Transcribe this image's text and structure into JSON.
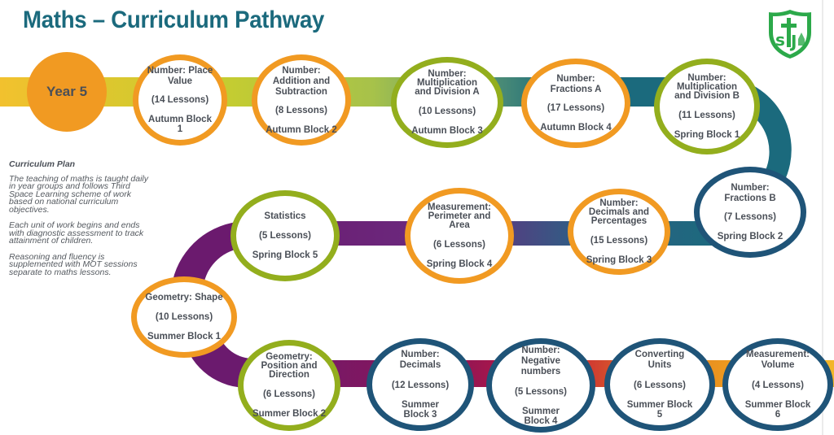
{
  "header": {
    "title": "Maths – Curriculum Pathway",
    "logo": {
      "icon": "school-crest-icon",
      "initials": "SJ",
      "color": "#2ca94a"
    }
  },
  "year_badge": {
    "label": "Year 5",
    "color": "#f19a22"
  },
  "curriculum_plan": {
    "heading": "Curriculum Plan",
    "paragraphs": [
      "The teaching of maths is taught daily in year groups and follows Third Space Learning scheme of work based on national curriculum objectives.",
      "Each unit of work begins and ends with diagnostic assessment to track attainment of children.",
      "Reasoning and fluency is supplemented with MOT sessions separate to maths lessons."
    ]
  },
  "colors": {
    "orange": "#f19a22",
    "green": "#93ae1d",
    "blue": "#1f5478",
    "path_yellow": "#f2c12e",
    "path_teal": "#1b6a7d",
    "path_purple": "#6b1a6e",
    "path_crimson": "#c7173a",
    "text": "#4a4f57"
  },
  "blocks": [
    {
      "topic": "Number: Place Value",
      "lessons": "(14 Lessons)",
      "block": "Autumn Block 1",
      "ring": "orange"
    },
    {
      "topic": "Number: Addition and Subtraction",
      "lessons": "(8 Lessons)",
      "block": "Autumn Block 2",
      "ring": "orange"
    },
    {
      "topic": "Number: Multiplication and Division A",
      "lessons": "(10 Lessons)",
      "block": "Autumn Block 3",
      "ring": "green"
    },
    {
      "topic": "Number: Fractions A",
      "lessons": "(17 Lessons)",
      "block": "Autumn Block 4",
      "ring": "orange"
    },
    {
      "topic": "Number: Multiplication and Division B",
      "lessons": "(11 Lessons)",
      "block": "Spring Block 1",
      "ring": "green"
    },
    {
      "topic": "Number: Fractions B",
      "lessons": "(7 Lessons)",
      "block": "Spring Block 2",
      "ring": "blue"
    },
    {
      "topic": "Number: Decimals and Percentages",
      "lessons": "(15 Lessons)",
      "block": "Spring Block 3",
      "ring": "orange"
    },
    {
      "topic": "Measurement: Perimeter and Area",
      "lessons": "(6 Lessons)",
      "block": "Spring Block 4",
      "ring": "orange"
    },
    {
      "topic": "Statistics",
      "lessons": "(5 Lessons)",
      "block": "Spring Block 5",
      "ring": "green"
    },
    {
      "topic": "Geometry: Shape",
      "lessons": "(10 Lessons)",
      "block": "Summer Block 1",
      "ring": "orange"
    },
    {
      "topic": "Geometry: Position and Direction",
      "lessons": "(6 Lessons)",
      "block": "Summer Block 2",
      "ring": "green"
    },
    {
      "topic": "Number: Decimals",
      "lessons": "(12 Lessons)",
      "block": "Summer Block 3",
      "ring": "blue"
    },
    {
      "topic": "Number: Negative numbers",
      "lessons": "(5 Lessons)",
      "block": "Summer Block 4",
      "ring": "blue"
    },
    {
      "topic": "Converting Units",
      "lessons": "(6 Lessons)",
      "block": "Summer Block 5",
      "ring": "blue"
    },
    {
      "topic": "Measurement: Volume",
      "lessons": "(4 Lessons)",
      "block": "Summer Block 6",
      "ring": "blue"
    }
  ]
}
